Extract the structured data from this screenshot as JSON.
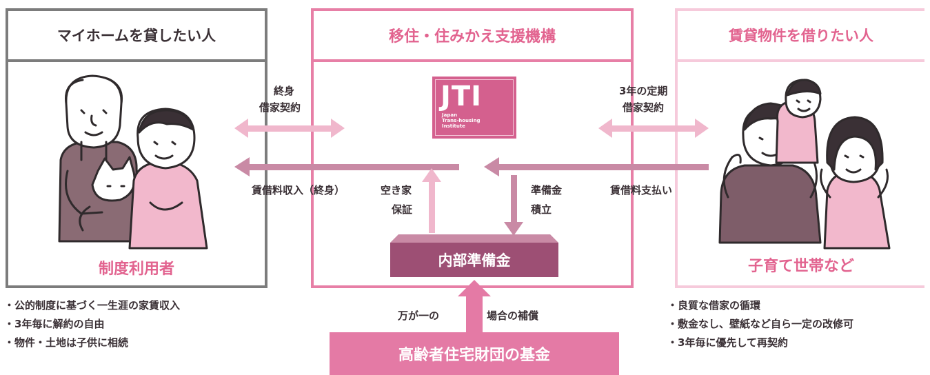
{
  "colors": {
    "gray": "#7c7c7c",
    "pink_border": "#e77fa6",
    "pink_light": "#f6cadb",
    "pink_text": "#e2638f",
    "arrow_pink": "#f0b7cc",
    "arrow_mauve": "#c98aa5",
    "reserve_fill": "#9d4f74",
    "fund_fill": "#e47aa5",
    "jti_fill": "#d4608e"
  },
  "owner": {
    "header": "マイホームを貸したい人",
    "caption": "制度利用者",
    "bullets": [
      "公的制度に基づく一生涯の家賃収入",
      "3年毎に解約の自由",
      "物件・土地は子供に相続"
    ],
    "illustration": "elderly-couple-with-cat"
  },
  "org": {
    "header": "移住・住みかえ支援機構",
    "logo": {
      "text": "JTI",
      "sub": [
        "Japan",
        "Trans-housing",
        "Institute"
      ]
    },
    "reserve": "内部準備金",
    "vacancy": [
      "空き家",
      "保証"
    ],
    "deposit": [
      "準備金",
      "積立"
    ]
  },
  "renter": {
    "header": "賃貸物件を借りたい人",
    "caption": "子育て世帯など",
    "bullets": [
      "良質な借家の循環",
      "敷金なし、壁紙など自ら一定の改修可",
      "3年毎に優先して再契約"
    ],
    "illustration": "family-with-child"
  },
  "flows": {
    "lifetime_lease": [
      "終身",
      "借家契約"
    ],
    "fixed_lease": [
      "3年の定期",
      "借家契約"
    ],
    "rent_income": "賃借料収入（終身）",
    "rent_payment": "賃借料支払い"
  },
  "fund": {
    "name": "高齢者住宅財団の基金",
    "note_left": "万が一の",
    "note_right": "場合の補償"
  }
}
